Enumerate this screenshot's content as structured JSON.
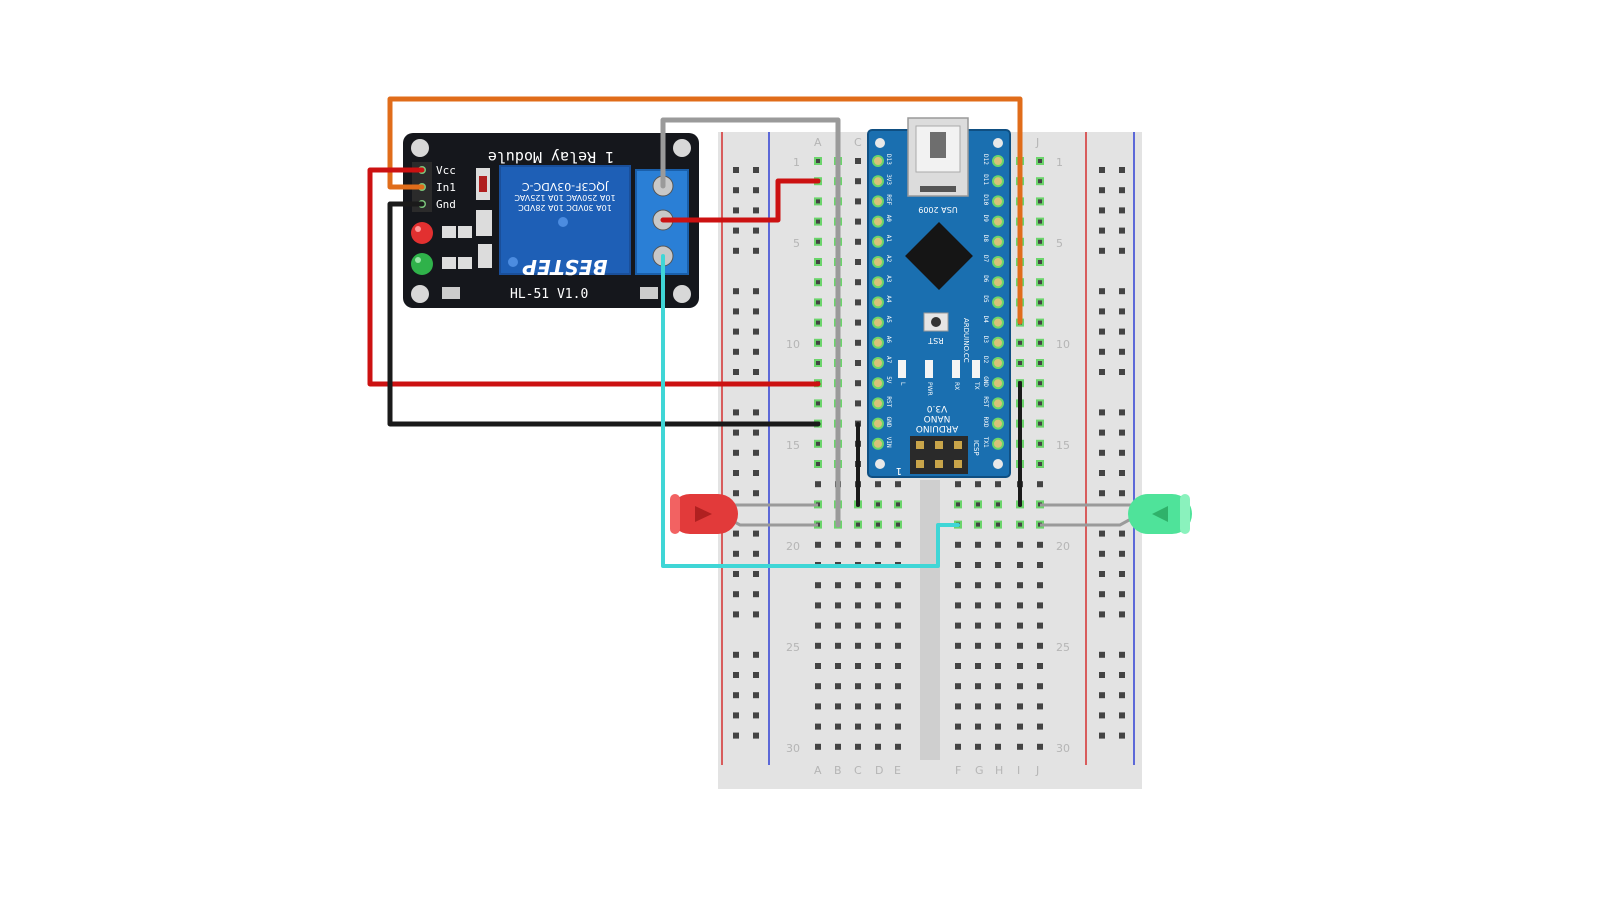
{
  "relay": {
    "title": "1 Relay Module",
    "model": "HL-51 V1.0",
    "pins": [
      "Vcc",
      "In1",
      "Gnd"
    ],
    "brand": "BESTEP",
    "part": "JQC3F-03VDC-C",
    "spec1": "10A 250VAC 10A 125VAC",
    "spec2": "10A 30VDC 10A 28VDC"
  },
  "arduino": {
    "left_pins": [
      "D13",
      "3V3",
      "REF",
      "A0",
      "A1",
      "A2",
      "A3",
      "A4",
      "A5",
      "A6",
      "A7",
      "5V",
      "RST",
      "GND",
      "VIN"
    ],
    "right_pins": [
      "D12",
      "D11",
      "D10",
      "D9",
      "D8",
      "D7",
      "D6",
      "D5",
      "D4",
      "D3",
      "D2",
      "GND",
      "RST",
      "RXD",
      "TX1"
    ],
    "name": "ARDUINO",
    "model": "NANO",
    "version": "V3.0",
    "site": "ARDUINO.CC",
    "usa": "USA",
    "year": "2009",
    "rst": "RST",
    "led_labels": [
      "L",
      "PWR",
      "RX",
      "TX"
    ],
    "icsp": "ICSP",
    "icsp_num": "1"
  },
  "breadboard": {
    "cols_left": [
      "A",
      "B",
      "C",
      "D",
      "E"
    ],
    "cols_right": [
      "F",
      "G",
      "H",
      "I",
      "J"
    ],
    "row_numbers": [
      "1",
      "5",
      "10",
      "15",
      "20",
      "25",
      "30"
    ]
  },
  "colors": {
    "wire_orange": "#e06c1a",
    "wire_red": "#cc1111",
    "wire_black": "#1a1a1a",
    "wire_gray": "#9a9a9a",
    "wire_cyan": "#3fd6d6",
    "led_red": "#e23a3a",
    "led_green": "#4fe39a",
    "board_blue": "#1a6fb0",
    "relay_black": "#15171c"
  }
}
